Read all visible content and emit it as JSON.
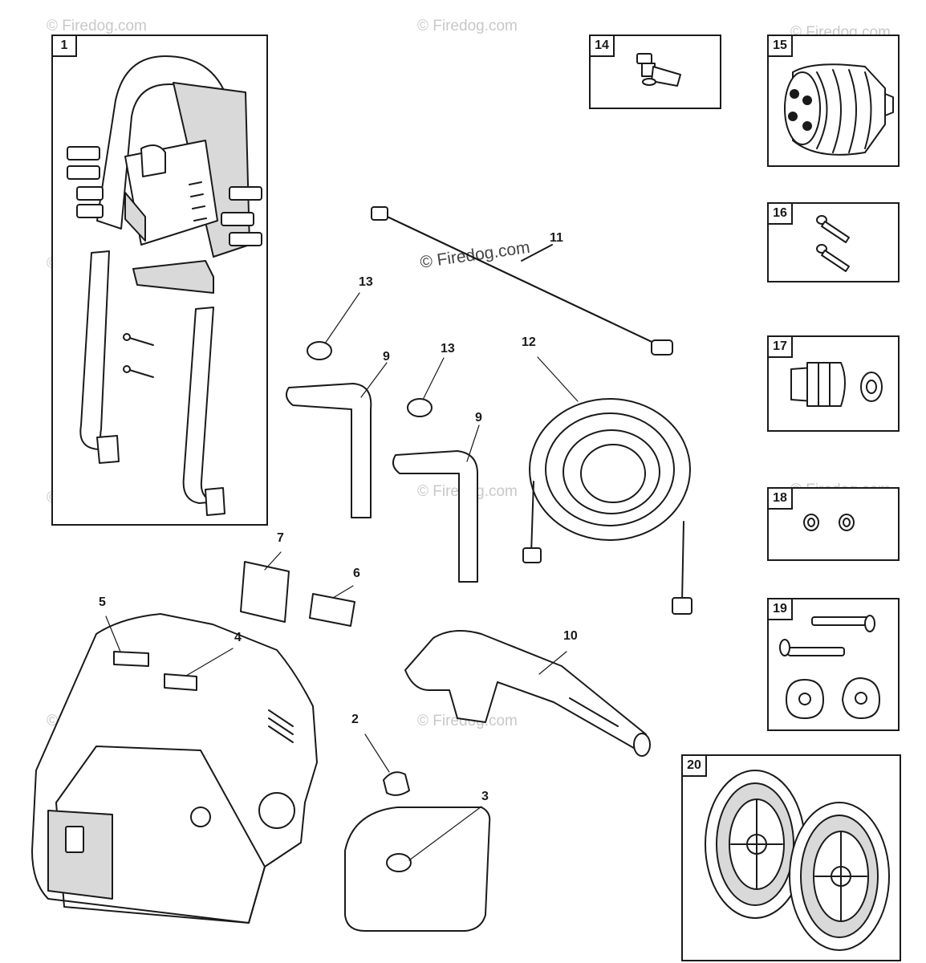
{
  "watermark": "© Firedog.com",
  "watermark_center": "© Firedog.com",
  "boxed_parts": [
    {
      "key": "p1",
      "num": "1"
    },
    {
      "key": "p14",
      "num": "14"
    },
    {
      "key": "p15",
      "num": "15"
    },
    {
      "key": "p16",
      "num": "16"
    },
    {
      "key": "p17",
      "num": "17"
    },
    {
      "key": "p18",
      "num": "18"
    },
    {
      "key": "p19",
      "num": "19"
    },
    {
      "key": "p20",
      "num": "20"
    }
  ],
  "callouts": {
    "p2": "2",
    "p3": "3",
    "p4": "4",
    "p5": "5",
    "p6": "6",
    "p7": "7",
    "p9a": "9",
    "p9b": "9",
    "p10": "10",
    "p11": "11",
    "p12": "12",
    "p13a": "13",
    "p13b": "13"
  }
}
